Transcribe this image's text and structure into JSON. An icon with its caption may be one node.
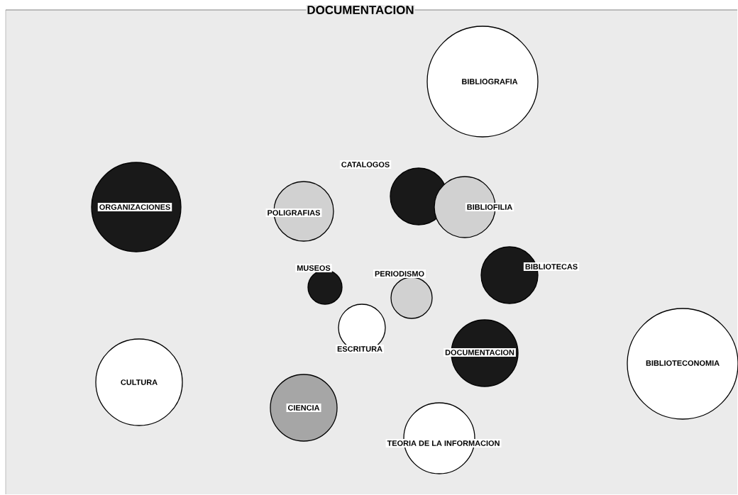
{
  "diagram": {
    "title": "DOCUMENTACION",
    "nodes": [
      {
        "text": [
          "BIBLIOGRAFIA"
        ]
      },
      {
        "text": [
          "CATALOGOS"
        ]
      },
      {
        "text": [
          "ORGANIZACIONES"
        ]
      },
      {
        "text": [
          "BIBLIOFILIA"
        ]
      },
      {
        "text": [
          "POLIGRAFIAS"
        ]
      },
      {
        "text": [
          "MUSEOS"
        ]
      },
      {
        "text": [
          "BIBLIOTECAS"
        ]
      },
      {
        "text": [
          "PERIODISMO"
        ]
      },
      {
        "text": [
          "ESCRITURA"
        ]
      },
      {
        "text": [
          "DOCUMENTACION"
        ]
      },
      {
        "text": [
          "BIBLIOTECONOMIA"
        ]
      },
      {
        "text": [
          "CULTURA"
        ]
      },
      {
        "text": [
          "CIENCIA"
        ]
      },
      {
        "text": [
          "TEORIA DE LA INFORMACION"
        ]
      }
    ]
  }
}
